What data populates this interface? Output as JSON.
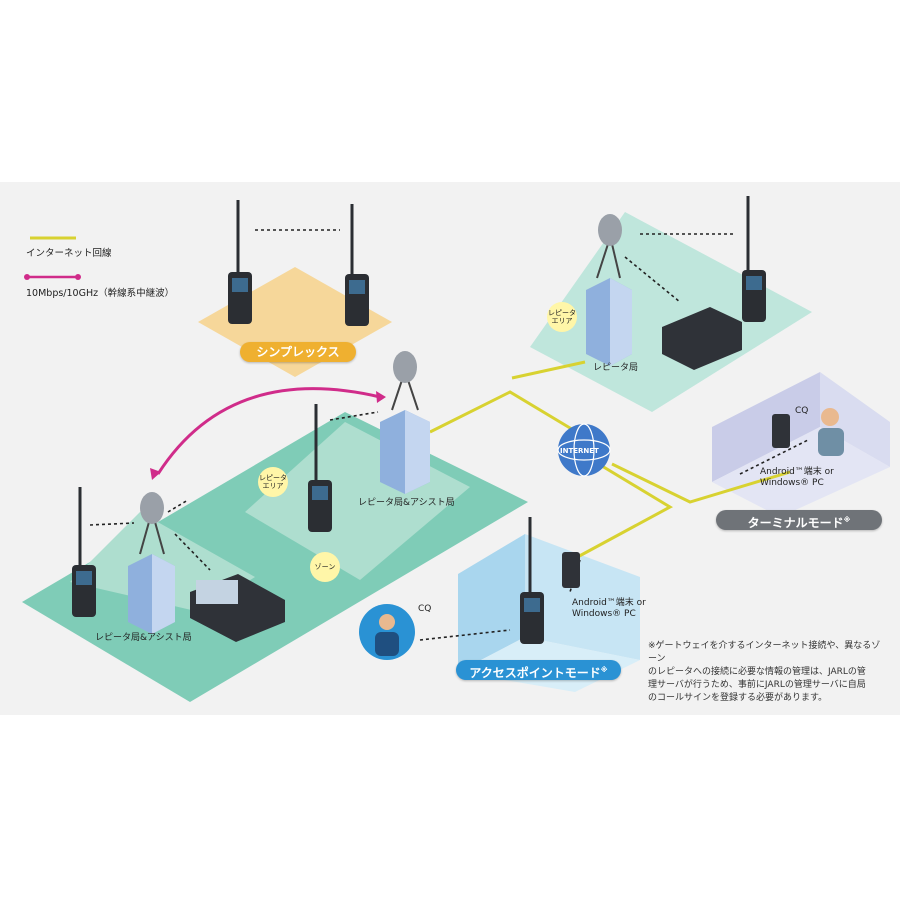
{
  "legend": {
    "internet_line": "インターネット回線",
    "microwave_line": "10Mbps/10GHz（幹線系中継波）",
    "colors": {
      "internet": "#d8d231",
      "microwave": "#d02c8a"
    }
  },
  "badges": {
    "simplex": "シンプレックス",
    "terminal_mode": "ターミナルモード",
    "terminal_mode_mark": "※",
    "access_point_mode": "アクセスポイントモード",
    "access_point_mode_mark": "※"
  },
  "labels": {
    "repeater_area_line1": "レピータ",
    "repeater_area_line2": "エリア",
    "zone": "ゾーン",
    "repeater_station": "レピータ局",
    "repeater_assist_station": "レピータ局&アシスト局",
    "internet": "INTERNET",
    "cq": "CQ",
    "android_line1": "Android™端末 or",
    "android_line2": "Windows® PC"
  },
  "footnote": {
    "line1": "※ゲートウェイを介するインターネット接続や、異なるゾーン",
    "line2": "のレピータへの接続に必要な情報の管理は、JARLの管",
    "line3": "理サーバが行うため、事前にJARLの管理サーバに自局",
    "line4": "のコールサインを登録する必要があります。"
  }
}
